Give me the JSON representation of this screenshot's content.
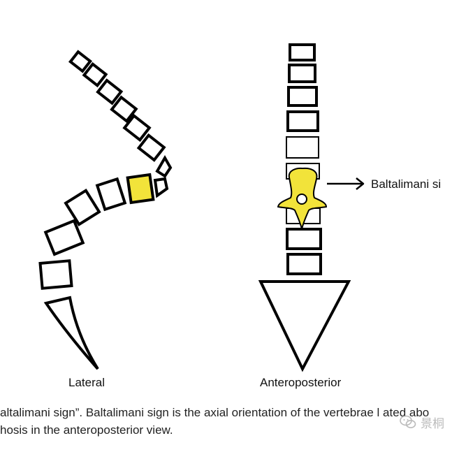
{
  "labels": {
    "lateral": "Lateral",
    "anteroposterior": "Anteroposterior",
    "sign": "Baltalimani si"
  },
  "caption": {
    "line1": "altalimani sign”. Baltalimani sign is the axial orientation of the vertebrae l     ated abo",
    "line2": "hosis in the anteroposterior view."
  },
  "watermark": {
    "text": "景桐",
    "icon": "wechat-icon"
  },
  "colors": {
    "highlight": "#f2e33a",
    "outline": "#000000"
  }
}
